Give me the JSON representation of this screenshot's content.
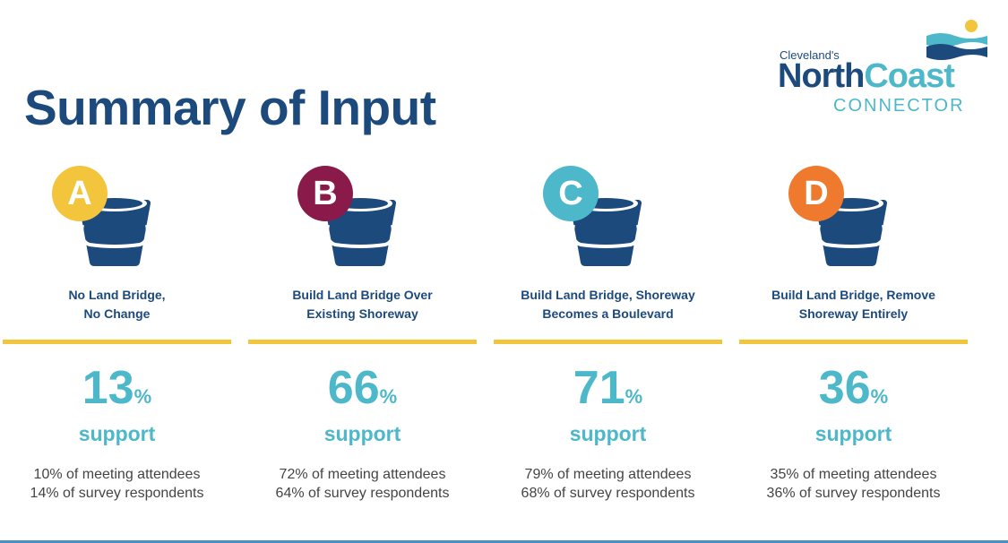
{
  "page": {
    "title": "Summary of Input"
  },
  "logo": {
    "small_text": "Cleveland's",
    "north": "North",
    "coast": "Coast",
    "connector": "CONNECTOR",
    "colors": {
      "navy": "#1d4a7c",
      "teal": "#4db8c9",
      "sun": "#f2c53d"
    }
  },
  "options": [
    {
      "letter": "A",
      "badge_color": "#f2c53d",
      "label_line1": "No Land Bridge,",
      "label_line2": "No Change",
      "percent": "13",
      "percent_sign": "%",
      "support_label": "support",
      "detail_line1": "10% of meeting attendees",
      "detail_line2": "14% of survey respondents"
    },
    {
      "letter": "B",
      "badge_color": "#8a1a4a",
      "label_line1": "Build Land Bridge Over",
      "label_line2": "Existing Shoreway",
      "percent": "66",
      "percent_sign": "%",
      "support_label": "support",
      "detail_line1": "72% of meeting attendees",
      "detail_line2": "64% of survey respondents"
    },
    {
      "letter": "C",
      "badge_color": "#4db8c9",
      "label_line1": "Build Land Bridge, Shoreway",
      "label_line2": "Becomes a Boulevard",
      "percent": "71",
      "percent_sign": "%",
      "support_label": "support",
      "detail_line1": "79% of meeting attendees",
      "detail_line2": "68% of survey respondents"
    },
    {
      "letter": "D",
      "badge_color": "#ef7a2e",
      "label_line1": "Build Land Bridge, Remove",
      "label_line2": "Shoreway Entirely",
      "percent": "36",
      "percent_sign": "%",
      "support_label": "support",
      "detail_line1": "35% of meeting attendees",
      "detail_line2": "36% of survey respondents"
    }
  ]
}
